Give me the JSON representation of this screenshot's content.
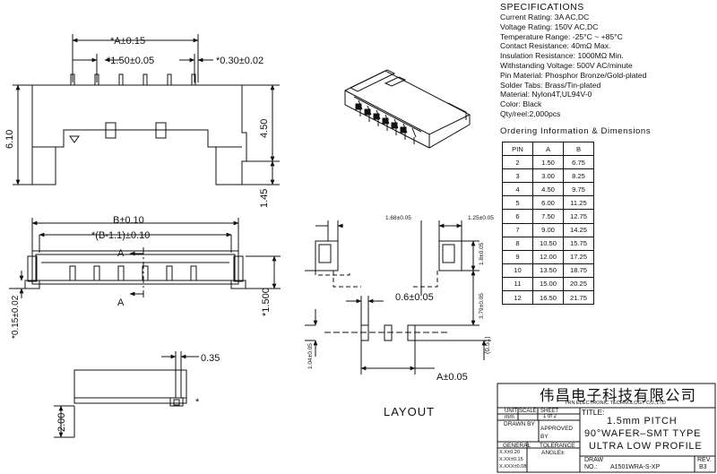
{
  "specs": {
    "title": "SPECIFICATIONS",
    "lines": [
      "Current Rating: 3A AC,DC",
      "Voltage Rating: 150V AC,DC",
      "Temperature Range: -25°C ~ +85°C",
      "Contact Resistance: 40mΩ Max.",
      "Insulation Resistance: 1000MΩ Min.",
      "Withstanding Voltage: 500V AC/minute",
      "Pin Material: Phosphor  Bronze/Gold-plated",
      "Solder Tabs: Brass/Tin-plated",
      "Material: Nylon4T,UL94V-0",
      "Color: Black",
      "Qty/reel:2,000pcs"
    ]
  },
  "ordering": {
    "title": "Ordering  Information  &  Dimensions",
    "headers": [
      "PIN",
      "A",
      "B"
    ],
    "rows": [
      [
        "2",
        "1.50",
        "6.75"
      ],
      [
        "3",
        "3.00",
        "8.25"
      ],
      [
        "4",
        "4.50",
        "9.75"
      ],
      [
        "5",
        "6.00",
        "11.25"
      ],
      [
        "6",
        "7.50",
        "12.75"
      ],
      [
        "7",
        "9.00",
        "14.25"
      ],
      [
        "8",
        "10.50",
        "15.75"
      ],
      [
        "9",
        "12.00",
        "17.25"
      ],
      [
        "10",
        "13.50",
        "18.75"
      ],
      [
        "11",
        "15.00",
        "20.25"
      ],
      [
        "12",
        "16.50",
        "21.75"
      ]
    ]
  },
  "dims": {
    "a_tol": "*A±0.15",
    "pitch": "*1.50±0.05",
    "pin_w": "*0.30±0.02",
    "h_610": "6.10",
    "h_450": "4.50",
    "h_145": "1.45",
    "b_tol": "B±0.10",
    "b_minus": "*(B-1.1)±0.10",
    "section_a": "A",
    "coplanar": "*0.15±0.02",
    "h_1500": "*1.500",
    "w_035": "0.35",
    "h_200": "2.00",
    "star": "*"
  },
  "layout": {
    "d_158": "1.68±0.05",
    "d_125": "1.25±0.05",
    "d_180": "1.8±0.05",
    "d_379": "3.79±0.05",
    "d_06": "0.6±0.05",
    "d_104": "1.04±0.05",
    "d_051": "(0.51)",
    "d_a": "A±0.05",
    "label": "LAYOUT"
  },
  "title_block": {
    "company_cn": "伟昌电子科技有限公司",
    "company_en": "TRN  ELECTRONIC  TECHNOLOGY  CO.,LTD",
    "unit": "UNIT",
    "scale": "SCALE",
    "sheet": "SHEET",
    "title_label": "TITLE:",
    "unit_val": "mm",
    "sheet_val": "1  of  2",
    "drawn_by": "DRAWN  BY",
    "approved_by": "APPROVED BY",
    "general": "GENERAL",
    "tolerance": "TOLERANCE",
    "angle": "ANGLE±",
    "tol1": "X.X±0.20",
    "tol2": "X.XX±0.15",
    "tol3": "X.XXX±0.08",
    "title_1": "1.5mm  PITCH",
    "title_2": "90°WAFER–SMT  TYPE",
    "title_3": "ULTRA  LOW  PROFILE",
    "draw": "DRAW",
    "no": "NO.:",
    "draw_no": "A1501WRA-S-XP",
    "rev": "REV.",
    "rev_val": "B3"
  },
  "colors": {
    "line": "#111111",
    "paper": "#ffffff"
  }
}
